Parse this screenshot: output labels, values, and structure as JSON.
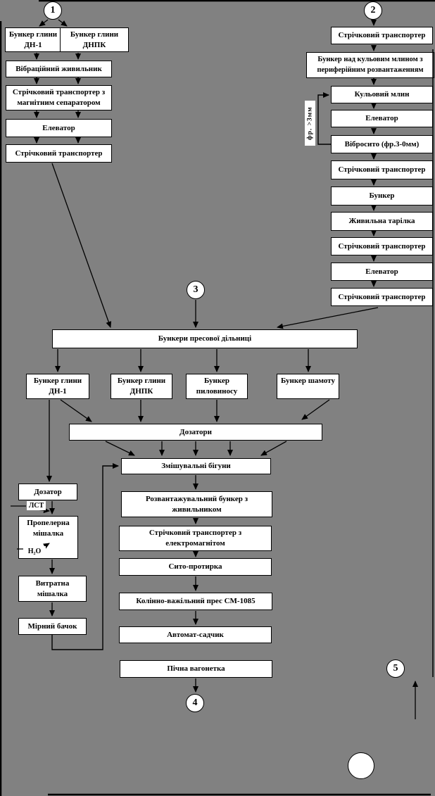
{
  "circles": {
    "c1": "1",
    "c2": "2",
    "c3": "3",
    "c4": "4",
    "c5": "5",
    "c6": ""
  },
  "nodes": {
    "prep_bunker_dn1": {
      "label": "Бункер глини\nДН-1"
    },
    "prep_bunker_dnpk": {
      "label": "Бункер глини\nДНПК"
    },
    "vibro_feeder": {
      "label": "Вібраційний живильник"
    },
    "belt_magnetic": {
      "label": "Стрічковий транспортер з\nмагнітним сепаратором"
    },
    "elevator_1": {
      "label": "Елеватор"
    },
    "belt_1": {
      "label": "Стрічковий транспортер"
    },
    "belt_2": {
      "label": "Стрічковий транспортер"
    },
    "mill_bunker": {
      "label": "Бункер над кульовим млином з\nпериферійним розвантаженням"
    },
    "ball_mill": {
      "label": "Кульовий млин"
    },
    "elevator_2": {
      "label": "Елеватор"
    },
    "vibro_sieve": {
      "label": "Вібросито (фр.3-0мм)"
    },
    "belt_3": {
      "label": "Стрічковий транспортер"
    },
    "bunker_mid": {
      "label": "Бункер"
    },
    "feed_plate": {
      "label": "Живильна тарілка"
    },
    "belt_4": {
      "label": "Стрічковий транспортер"
    },
    "elevator_3": {
      "label": "Елеватор"
    },
    "belt_5": {
      "label": "Стрічковий транспортер"
    },
    "press_bunkers": {
      "label": "Бункери пресової дільниці"
    },
    "pb_dn1": {
      "label": "Бункер глини\nДН-1"
    },
    "pb_dnpk": {
      "label": "Бункер глини\nДНПК"
    },
    "pb_dust": {
      "label": "Бункер\nпиловиносу"
    },
    "pb_chamotte": {
      "label": "Бункер шамоту"
    },
    "dosers": {
      "label": "Дозатори"
    },
    "mixing_runners": {
      "label": "Змішувальні бігуни"
    },
    "discharge_bunker": {
      "label": "Розвантажувальний бункер з\nживильником"
    },
    "belt_electromagnet": {
      "label": "Стрічковий транспортер з\nелектромагнітом"
    },
    "sieve_rubbing": {
      "label": "Сито-протирка"
    },
    "lever_press": {
      "label": "Колінно-важільний прес СМ-1085"
    },
    "auto_setter": {
      "label": "Автомат-садчик"
    },
    "kiln_car": {
      "label": "Пічна вагонетка"
    },
    "doser_additive": {
      "label": "Дозатор"
    },
    "propeller_mixer": {
      "label": "Пропелерна\nмішалка"
    },
    "consumption_mixer": {
      "label": "Витратна\nмішалка"
    },
    "measuring_tank": {
      "label": "Мірний бачок"
    }
  },
  "annotations": {
    "lst": {
      "label": "ЛСТ"
    },
    "h2o": {
      "label": "Н₂О"
    },
    "fraction": {
      "label": "фр. >3мм"
    }
  },
  "colors": {
    "background": "#818181",
    "box_fill": "#ffffff",
    "line": "#000000"
  }
}
